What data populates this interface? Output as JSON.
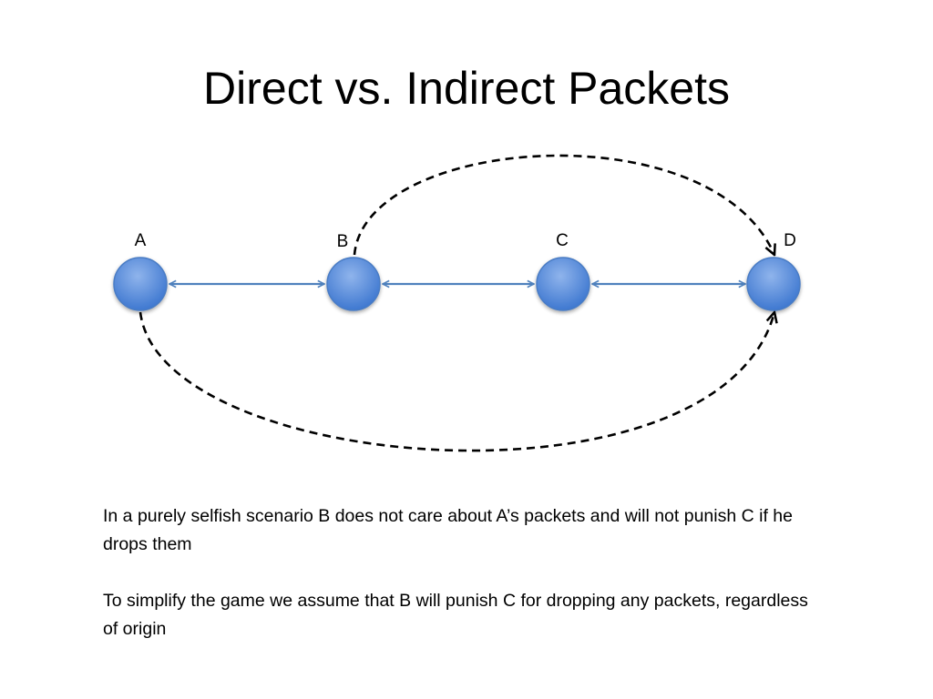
{
  "slide": {
    "title": "Direct vs. Indirect Packets"
  },
  "diagram": {
    "nodes": [
      {
        "id": "A",
        "label": "A"
      },
      {
        "id": "B",
        "label": "B"
      },
      {
        "id": "C",
        "label": "C"
      },
      {
        "id": "D",
        "label": "D"
      }
    ],
    "links": [
      {
        "from": "A",
        "to": "B",
        "style": "solid",
        "direction": "bidirectional"
      },
      {
        "from": "B",
        "to": "C",
        "style": "solid",
        "direction": "bidirectional"
      },
      {
        "from": "C",
        "to": "D",
        "style": "solid",
        "direction": "bidirectional"
      }
    ],
    "paths": [
      {
        "from": "B",
        "to": "D",
        "style": "dashed",
        "route": "over"
      },
      {
        "from": "A",
        "to": "D",
        "style": "dashed",
        "route": "under"
      }
    ],
    "colors": {
      "node_fill": "#5b8fd9",
      "node_stroke": "#4a7cc4",
      "link": "#4f81bd",
      "dashed_path": "#000000"
    }
  },
  "captions": [
    "In a purely selfish scenario B does not care about A’s packets and will not punish C if he drops them",
    "To simplify the game we assume that B will punish C for dropping any packets, regardless of origin"
  ]
}
